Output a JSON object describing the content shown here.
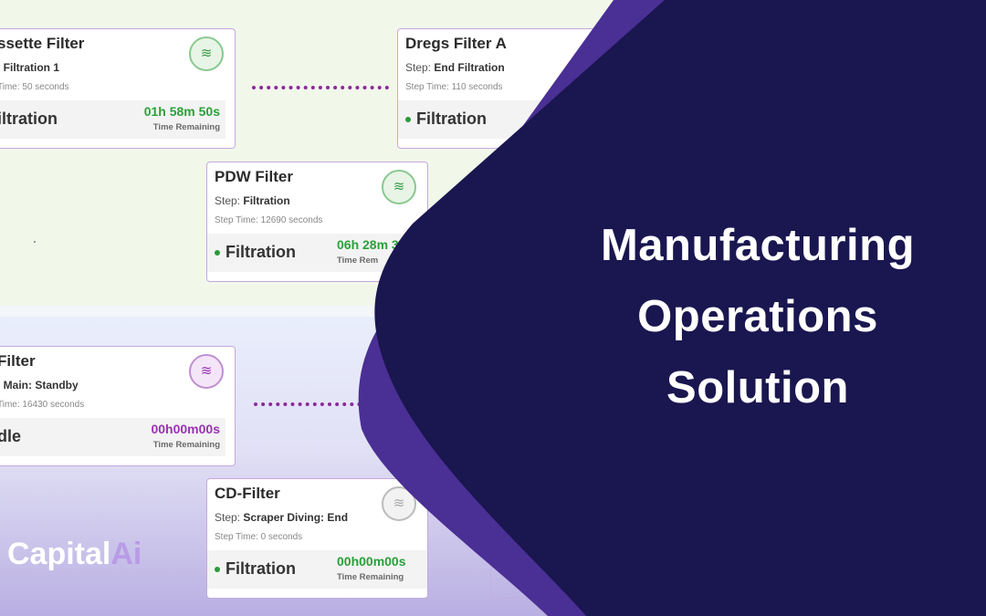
{
  "headline": {
    "line1": "Manufacturing",
    "line2": "Operations",
    "line3": "Solution"
  },
  "logo": {
    "word": "Capital",
    "accent": "Ai"
  },
  "colors": {
    "navy": "#1a1650",
    "purple": "#4a2f94",
    "timer_green": "#2aa03a",
    "timer_purple": "#9a33b3"
  },
  "cards": [
    {
      "title": "ssette Filter",
      "step_prefix": ". ",
      "step_value": "Filtration 1",
      "step_time": "Time: 50 seconds",
      "status": "iltration",
      "timer": "01h 58m 50s",
      "timer_label": "Time Remaining",
      "icon": "wave-icon"
    },
    {
      "title": "Dregs Filter A",
      "step_prefix": "Step: ",
      "step_value": "End Filtration",
      "step_time": "Step Time: 110 seconds",
      "status": "Filtration",
      "icon": "wave-icon"
    },
    {
      "title": "PDW Filter",
      "step_prefix": "Step: ",
      "step_value": "Filtration",
      "step_time": "Step Time: 12690 seconds",
      "status": "Filtration",
      "timer": "06h 28m 3",
      "timer_label": "Time Rem",
      "icon": "wave-icon"
    },
    {
      "title": "Filter",
      "step_prefix": ": ",
      "step_value": "Main: Standby",
      "step_time": "Time: 16430 seconds",
      "status": "dle",
      "timer": "00h00m00s",
      "timer_label": "Time Remaining",
      "icon": "wave-icon"
    },
    {
      "title": "CD-Filter",
      "step_prefix": "Step: ",
      "step_value": "Scraper Diving: End",
      "step_time": "Step Time: 0 seconds",
      "status": "Filtration",
      "timer": "00h00m00s",
      "timer_label": "Time Remaining",
      "icon": "wave-icon"
    }
  ]
}
